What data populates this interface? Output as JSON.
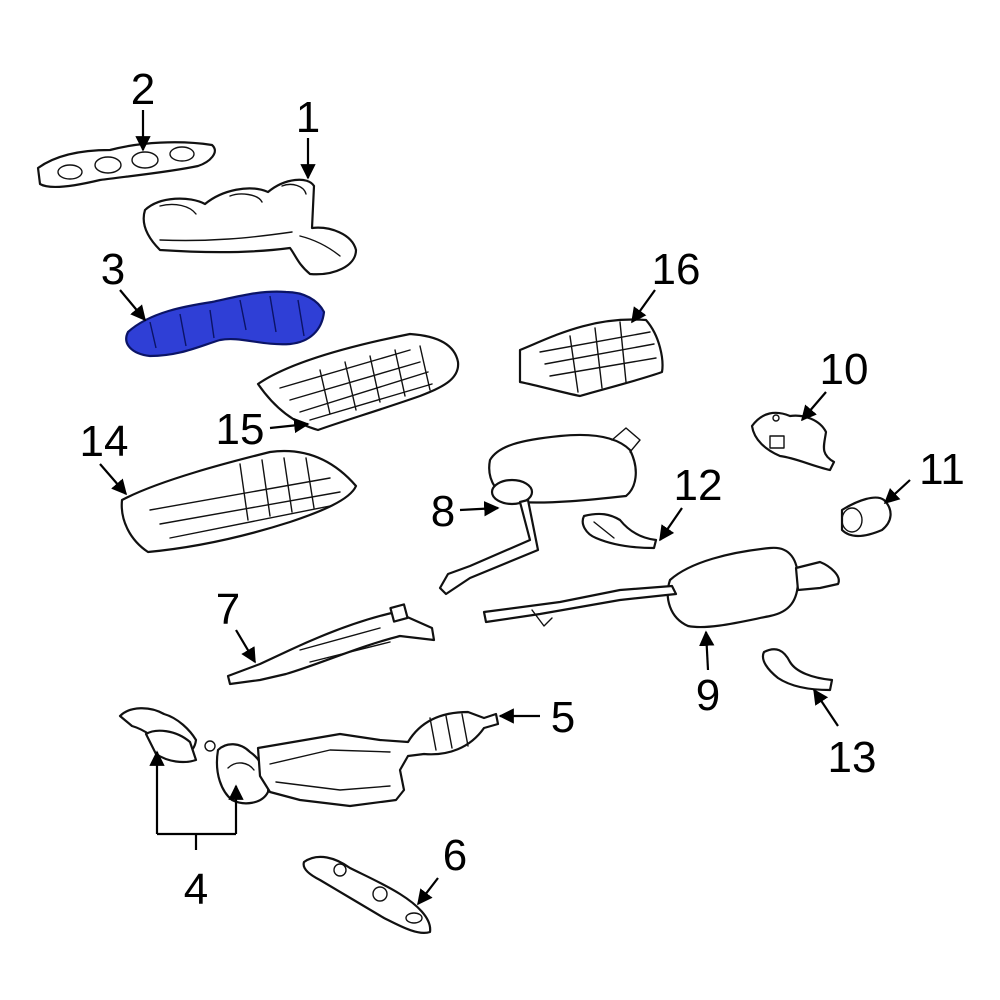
{
  "diagram": {
    "highlight_color": "#2f3fd6",
    "line_color": "#111111",
    "callouts": [
      {
        "id": "c1",
        "label": "1",
        "part": "exhaust-manifold"
      },
      {
        "id": "c2",
        "label": "2",
        "part": "manifold-gasket"
      },
      {
        "id": "c3",
        "label": "3",
        "part": "heat-shield-highlighted"
      },
      {
        "id": "c4",
        "label": "4",
        "part": "catalytic-converters"
      },
      {
        "id": "c5",
        "label": "5",
        "part": "front-pipe"
      },
      {
        "id": "c6",
        "label": "6",
        "part": "bracket"
      },
      {
        "id": "c7",
        "label": "7",
        "part": "center-pipe"
      },
      {
        "id": "c8",
        "label": "8",
        "part": "intermediate-muffler"
      },
      {
        "id": "c9",
        "label": "9",
        "part": "rear-muffler"
      },
      {
        "id": "c10",
        "label": "10",
        "part": "hanger-bracket"
      },
      {
        "id": "c11",
        "label": "11",
        "part": "tail-pipe-tip"
      },
      {
        "id": "c12",
        "label": "12",
        "part": "muffler-shield"
      },
      {
        "id": "c13",
        "label": "13",
        "part": "rear-heat-shield"
      },
      {
        "id": "c14",
        "label": "14",
        "part": "lower-heat-shield"
      },
      {
        "id": "c15",
        "label": "15",
        "part": "center-heat-shield"
      },
      {
        "id": "c16",
        "label": "16",
        "part": "rear-floor-heat-shield"
      }
    ]
  }
}
